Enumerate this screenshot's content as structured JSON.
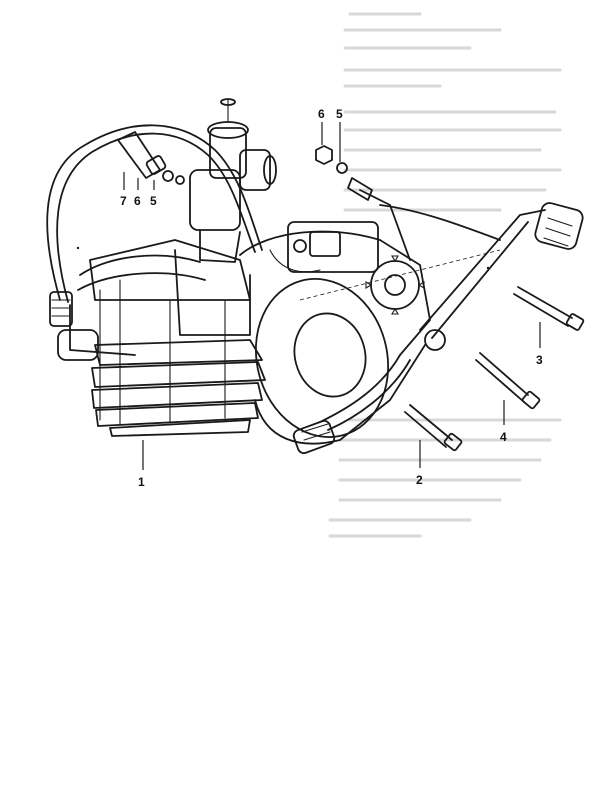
{
  "callouts": {
    "c1": "1",
    "c2": "2",
    "c3": "3",
    "c4": "4",
    "c5_top": "5",
    "c6_top": "6",
    "c7_left": "7",
    "c6_left": "6",
    "c5_left": "5"
  },
  "colors": {
    "ink": "#1a1a1a",
    "bleed_through": "#d8d8d8",
    "paper": "#ffffff"
  }
}
